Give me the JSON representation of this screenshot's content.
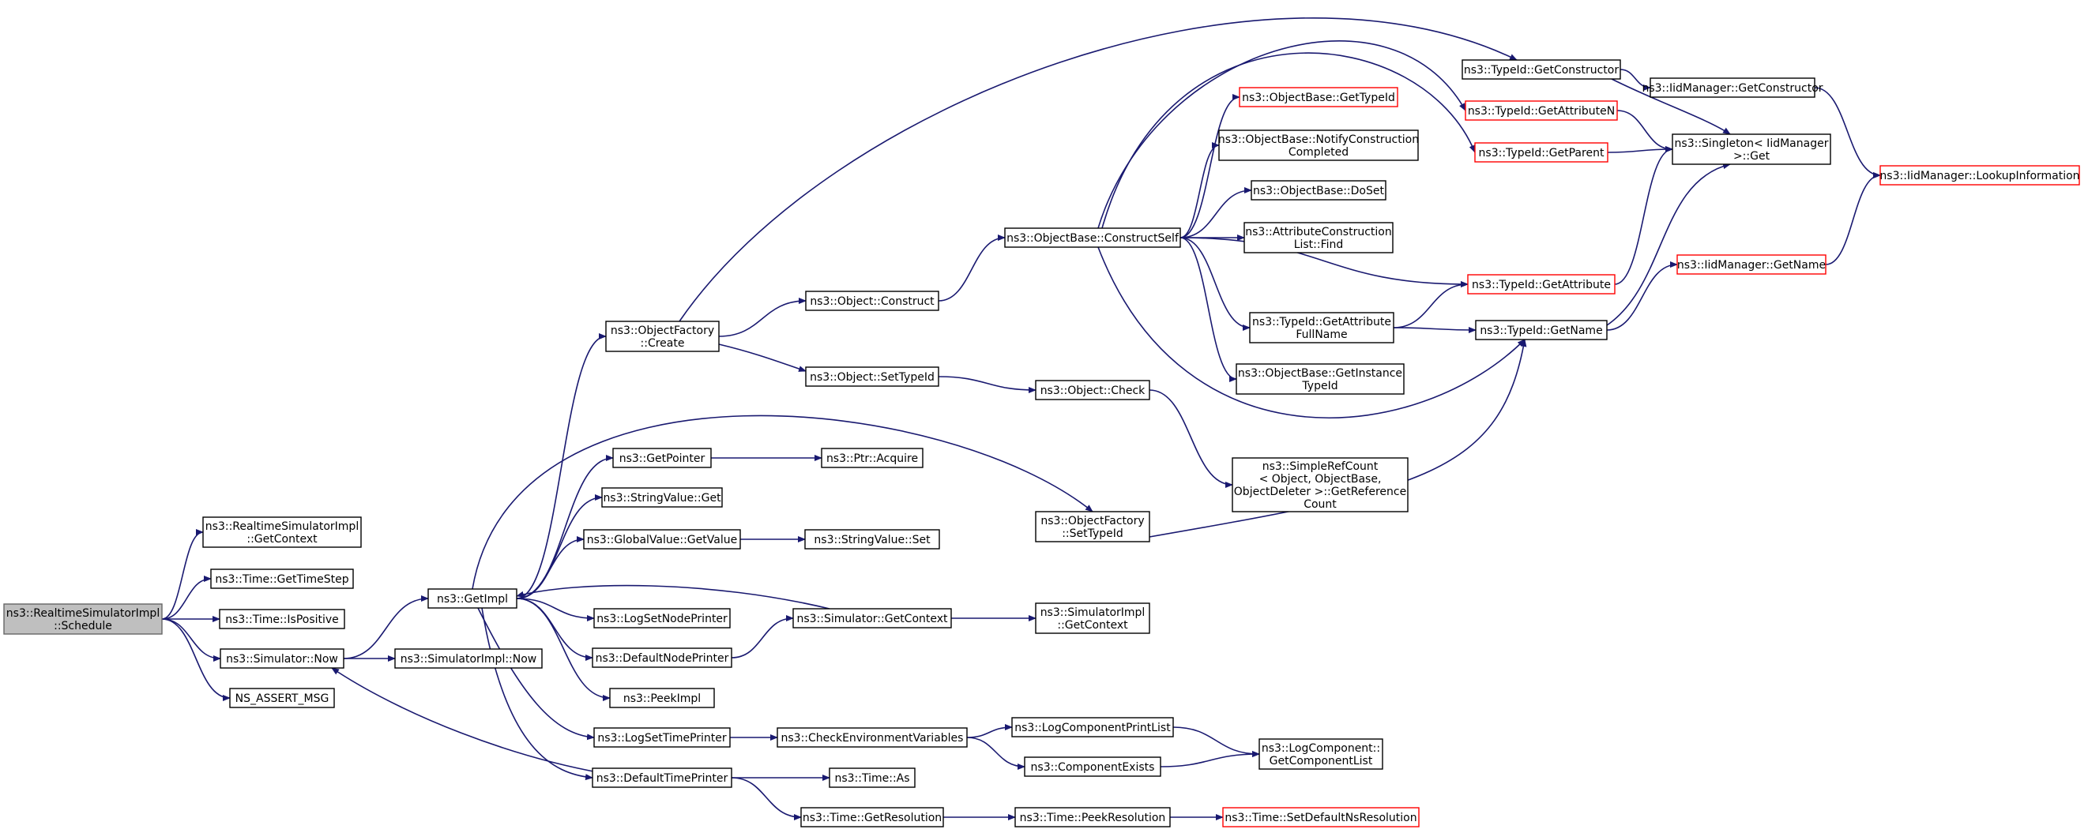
{
  "colors": {
    "edge": "#191970",
    "node_border": "#000000",
    "node_border_truncated": "#ff0000",
    "node_fill": "#ffffff",
    "root_fill": "#bfbfbf",
    "root_border": "#666666"
  },
  "nodes": [
    {
      "id": "schedule",
      "lines": [
        "ns3::RealtimeSimulatorImpl",
        "::Schedule"
      ],
      "style": "root"
    },
    {
      "id": "rt_getcontext",
      "lines": [
        "ns3::RealtimeSimulatorImpl",
        "::GetContext"
      ]
    },
    {
      "id": "time_gettimestep",
      "lines": [
        "ns3::Time::GetTimeStep"
      ]
    },
    {
      "id": "time_ispositive",
      "lines": [
        "ns3::Time::IsPositive"
      ]
    },
    {
      "id": "sim_now",
      "lines": [
        "ns3::Simulator::Now"
      ]
    },
    {
      "id": "ns_assert",
      "lines": [
        "NS_ASSERT_MSG"
      ]
    },
    {
      "id": "getimpl",
      "lines": [
        "ns3::GetImpl"
      ]
    },
    {
      "id": "simimpl_now",
      "lines": [
        "ns3::SimulatorImpl::Now"
      ]
    },
    {
      "id": "objfactory_create",
      "lines": [
        "ns3::ObjectFactory",
        "::Create"
      ]
    },
    {
      "id": "getpointer",
      "lines": [
        "ns3::GetPointer"
      ]
    },
    {
      "id": "stringvalue_get",
      "lines": [
        "ns3::StringValue::Get"
      ]
    },
    {
      "id": "globalvalue_getvalue",
      "lines": [
        "ns3::GlobalValue::GetValue"
      ]
    },
    {
      "id": "logsetnodeprinter",
      "lines": [
        "ns3::LogSetNodePrinter"
      ]
    },
    {
      "id": "defaultnodeprinter",
      "lines": [
        "ns3::DefaultNodePrinter"
      ]
    },
    {
      "id": "peekimpl",
      "lines": [
        "ns3::PeekImpl"
      ]
    },
    {
      "id": "logsettimeprinter",
      "lines": [
        "ns3::LogSetTimePrinter"
      ]
    },
    {
      "id": "defaulttimeprinter",
      "lines": [
        "ns3::DefaultTimePrinter"
      ]
    },
    {
      "id": "object_construct",
      "lines": [
        "ns3::Object::Construct"
      ]
    },
    {
      "id": "object_settypeid",
      "lines": [
        "ns3::Object::SetTypeId"
      ]
    },
    {
      "id": "ptr_acquire",
      "lines": [
        "ns3::Ptr::Acquire"
      ]
    },
    {
      "id": "stringvalue_set",
      "lines": [
        "ns3::StringValue::Set"
      ]
    },
    {
      "id": "sim_getcontext",
      "lines": [
        "ns3::Simulator::GetContext"
      ]
    },
    {
      "id": "checkenv",
      "lines": [
        "ns3::CheckEnvironmentVariables"
      ]
    },
    {
      "id": "time_as",
      "lines": [
        "ns3::Time::As"
      ]
    },
    {
      "id": "time_getresolution",
      "lines": [
        "ns3::Time::GetResolution"
      ]
    },
    {
      "id": "constructself",
      "lines": [
        "ns3::ObjectBase::ConstructSelf"
      ]
    },
    {
      "id": "object_check",
      "lines": [
        "ns3::Object::Check"
      ]
    },
    {
      "id": "objfactory_settypeid",
      "lines": [
        "ns3::ObjectFactory",
        "::SetTypeId"
      ]
    },
    {
      "id": "simimpl_getcontext",
      "lines": [
        "ns3::SimulatorImpl",
        "::GetContext"
      ]
    },
    {
      "id": "logcomponentprintlist",
      "lines": [
        "ns3::LogComponentPrintList"
      ]
    },
    {
      "id": "componentexists",
      "lines": [
        "ns3::ComponentExists"
      ]
    },
    {
      "id": "time_peekresolution",
      "lines": [
        "ns3::Time::PeekResolution"
      ]
    },
    {
      "id": "objbase_gettypeid",
      "lines": [
        "ns3::ObjectBase::GetTypeId"
      ],
      "style": "truncated"
    },
    {
      "id": "objbase_notify",
      "lines": [
        "ns3::ObjectBase::NotifyConstruction",
        "Completed"
      ]
    },
    {
      "id": "objbase_doset",
      "lines": [
        "ns3::ObjectBase::DoSet"
      ]
    },
    {
      "id": "attrconstruct_find",
      "lines": [
        "ns3::AttributeConstruction",
        "List::Find"
      ]
    },
    {
      "id": "typeid_getattrfullname",
      "lines": [
        "ns3::TypeId::GetAttribute",
        "FullName"
      ]
    },
    {
      "id": "objbase_getinstancetypeid",
      "lines": [
        "ns3::ObjectBase::GetInstance",
        "TypeId"
      ]
    },
    {
      "id": "simplerefcount",
      "lines": [
        "ns3::SimpleRefCount",
        "< Object, ObjectBase,",
        "ObjectDeleter >::GetReference",
        "Count"
      ]
    },
    {
      "id": "logcomponent_getlist",
      "lines": [
        "ns3::LogComponent::",
        "GetComponentList"
      ]
    },
    {
      "id": "time_setdefaultns",
      "lines": [
        "ns3::Time::SetDefaultNsResolution"
      ],
      "style": "truncated"
    },
    {
      "id": "typeid_getconstructor",
      "lines": [
        "ns3::TypeId::GetConstructor"
      ]
    },
    {
      "id": "typeid_getattributen",
      "lines": [
        "ns3::TypeId::GetAttributeN"
      ],
      "style": "truncated"
    },
    {
      "id": "typeid_getparent",
      "lines": [
        "ns3::TypeId::GetParent"
      ],
      "style": "truncated"
    },
    {
      "id": "typeid_getattribute",
      "lines": [
        "ns3::TypeId::GetAttribute"
      ],
      "style": "truncated"
    },
    {
      "id": "typeid_getname",
      "lines": [
        "ns3::TypeId::GetName"
      ]
    },
    {
      "id": "iid_getconstructor",
      "lines": [
        "ns3::IidManager::GetConstructor"
      ]
    },
    {
      "id": "singleton_get",
      "lines": [
        "ns3::Singleton< IidManager",
        ">::Get"
      ]
    },
    {
      "id": "iid_getname",
      "lines": [
        "ns3::IidManager::GetName"
      ],
      "style": "truncated"
    },
    {
      "id": "iid_lookup",
      "lines": [
        "ns3::IidManager::LookupInformation"
      ],
      "style": "truncated"
    }
  ],
  "edges": [
    [
      "schedule",
      "rt_getcontext"
    ],
    [
      "schedule",
      "time_gettimestep"
    ],
    [
      "schedule",
      "time_ispositive"
    ],
    [
      "schedule",
      "sim_now"
    ],
    [
      "schedule",
      "ns_assert"
    ],
    [
      "sim_now",
      "getimpl"
    ],
    [
      "sim_now",
      "simimpl_now"
    ],
    [
      "getimpl",
      "objfactory_create"
    ],
    [
      "getimpl",
      "getpointer"
    ],
    [
      "getimpl",
      "stringvalue_get"
    ],
    [
      "getimpl",
      "globalvalue_getvalue"
    ],
    [
      "getimpl",
      "logsetnodeprinter"
    ],
    [
      "getimpl",
      "defaultnodeprinter"
    ],
    [
      "getimpl",
      "peekimpl"
    ],
    [
      "getimpl",
      "logsettimeprinter"
    ],
    [
      "getimpl",
      "defaulttimeprinter"
    ],
    [
      "getimpl",
      "objfactory_settypeid"
    ],
    [
      "objfactory_create",
      "object_construct"
    ],
    [
      "objfactory_create",
      "object_settypeid"
    ],
    [
      "objfactory_create",
      "typeid_getconstructor"
    ],
    [
      "getpointer",
      "ptr_acquire"
    ],
    [
      "globalvalue_getvalue",
      "stringvalue_set"
    ],
    [
      "defaultnodeprinter",
      "sim_getcontext"
    ],
    [
      "sim_getcontext",
      "getimpl"
    ],
    [
      "sim_getcontext",
      "simimpl_getcontext"
    ],
    [
      "logsettimeprinter",
      "checkenv"
    ],
    [
      "defaulttimeprinter",
      "sim_now"
    ],
    [
      "defaulttimeprinter",
      "time_as"
    ],
    [
      "defaulttimeprinter",
      "time_getresolution"
    ],
    [
      "object_construct",
      "constructself"
    ],
    [
      "object_settypeid",
      "object_check"
    ],
    [
      "object_check",
      "simplerefcount"
    ],
    [
      "checkenv",
      "logcomponentprintlist"
    ],
    [
      "checkenv",
      "componentexists"
    ],
    [
      "logcomponentprintlist",
      "logcomponent_getlist"
    ],
    [
      "componentexists",
      "logcomponent_getlist"
    ],
    [
      "time_getresolution",
      "time_peekresolution"
    ],
    [
      "time_peekresolution",
      "time_setdefaultns"
    ],
    [
      "objfactory_settypeid",
      "typeid_getname"
    ],
    [
      "constructself",
      "objbase_gettypeid"
    ],
    [
      "constructself",
      "objbase_notify"
    ],
    [
      "constructself",
      "objbase_doset"
    ],
    [
      "constructself",
      "attrconstruct_find"
    ],
    [
      "constructself",
      "typeid_getattrfullname"
    ],
    [
      "constructself",
      "objbase_getinstancetypeid"
    ],
    [
      "constructself",
      "typeid_getattribute"
    ],
    [
      "constructself",
      "typeid_getattributen"
    ],
    [
      "constructself",
      "typeid_getparent"
    ],
    [
      "constructself",
      "typeid_getname"
    ],
    [
      "typeid_getattrfullname",
      "typeid_getattribute"
    ],
    [
      "typeid_getattrfullname",
      "typeid_getname"
    ],
    [
      "typeid_getconstructor",
      "iid_getconstructor"
    ],
    [
      "typeid_getconstructor",
      "singleton_get"
    ],
    [
      "typeid_getattributen",
      "singleton_get"
    ],
    [
      "typeid_getparent",
      "singleton_get"
    ],
    [
      "typeid_getattribute",
      "singleton_get"
    ],
    [
      "typeid_getname",
      "singleton_get"
    ],
    [
      "typeid_getname",
      "iid_getname"
    ],
    [
      "iid_getconstructor",
      "iid_lookup"
    ],
    [
      "iid_getname",
      "iid_lookup"
    ]
  ]
}
